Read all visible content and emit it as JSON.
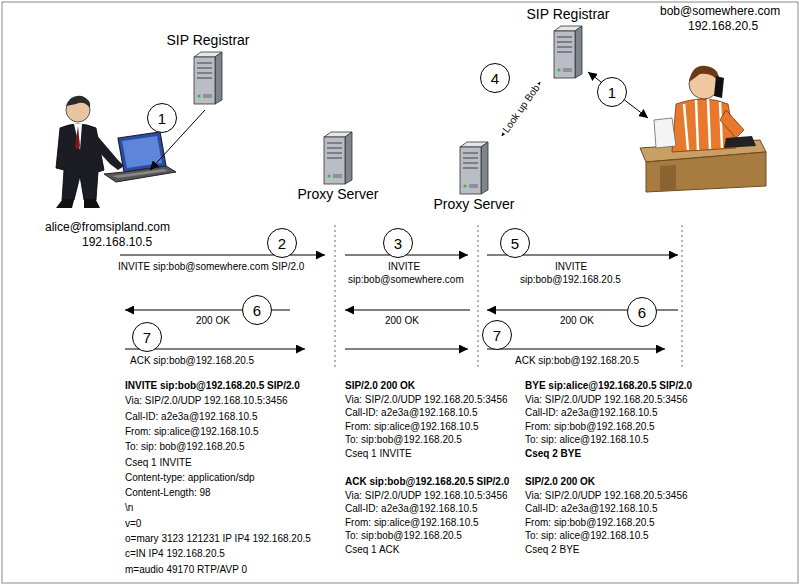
{
  "diagram": {
    "nodes": [
      {
        "text": [
          "SIP Registrar"
        ]
      },
      {
        "text": [
          "SIP Registrar"
        ]
      },
      {
        "text": [
          "Proxy Server"
        ]
      },
      {
        "text": [
          "Proxy Server"
        ]
      },
      {
        "text": [
          "1"
        ]
      },
      {
        "text": [
          "4"
        ]
      },
      {
        "text": [
          "1"
        ]
      },
      {
        "text": [
          "2"
        ]
      },
      {
        "text": [
          "3"
        ]
      },
      {
        "text": [
          "5"
        ]
      },
      {
        "text": [
          "6"
        ]
      },
      {
        "text": [
          "6"
        ]
      },
      {
        "text": [
          "7"
        ]
      },
      {
        "text": [
          "7"
        ]
      }
    ],
    "edges": [
      {
        "from": 3,
        "to": 1,
        "label": "Look up Bob",
        "arrow": "both"
      }
    ],
    "labels": [
      "alice@fromsipland.com",
      "192.168.10.5",
      "bob@somewhere.com",
      "192.168.20.5",
      "INVITE sip:bob@somewhere.com SIP/2.0",
      "INVITE",
      "sip:bob@somewhere.com",
      "INVITE",
      "sip:bob@192.168.20.5",
      "200 OK",
      "200 OK",
      "200 OK",
      "ACK sip:bob@192.168.20.5",
      "ACK sip:bob@192.168.20.5",
      "INVITE sip:bob@192.168.20.5 SIP/2.0",
      "Via: SIP/2.0/UDP 192.168.10.5:3456",
      "Call-ID: a2e3a@192.168.10.5",
      "From: sip:alice@192.168.10.5",
      "To: sip: bob@192.168.20.5",
      "Cseq 1 INVITE",
      "Content-type: application/sdp",
      "Content-Length: 98",
      "\\n",
      "v=0",
      "o=mary 3123 121231 IP IP4 192.168.20.5",
      "c=IN IP4 192.168.20.5",
      "m=audio 49170 RTP/AVP 0",
      "SIP/2.0 200 OK",
      "Via: SIP/2.0/UDP 192.168.20.5:3456",
      "Call-ID: a2e3a@192.168.10.5",
      "From: sip:alice@192.168.10.5",
      "To: sip:bob@192.168.20.5",
      "Cseq 1 INVITE",
      "ACK sip:bob@192.168.20.5 SIP/2.0",
      "Via: SIP/2.0/UDP 192.168.10.5:3456",
      "Call-ID: a2e3a@192.168.10.5",
      "From: sip:alice@192.168.10.5",
      "To: sip:bob@192.168.20.5",
      "Cseq 1 ACK",
      "BYE sip:alice@192.168.20.5 SIP/2.0",
      "Via: SIP/2.0/UDP 192.168.20.5:3456",
      "Call-ID: a2e3a@192.168.10.5",
      "From: sip:bob@192.168.20.5",
      "To: sip: alice@192.168.10.5",
      "Cseq 2 BYE",
      "SIP/2.0 200 OK",
      "Via: SIP/2.0/UDP 192.168.20.5:3456",
      "Call-ID: a2e3a@192.168.10.5",
      "From: sip:bob@192.168.20.5",
      "To: sip: alice@192.168.10.5",
      "Cseq 2 BYE"
    ]
  }
}
